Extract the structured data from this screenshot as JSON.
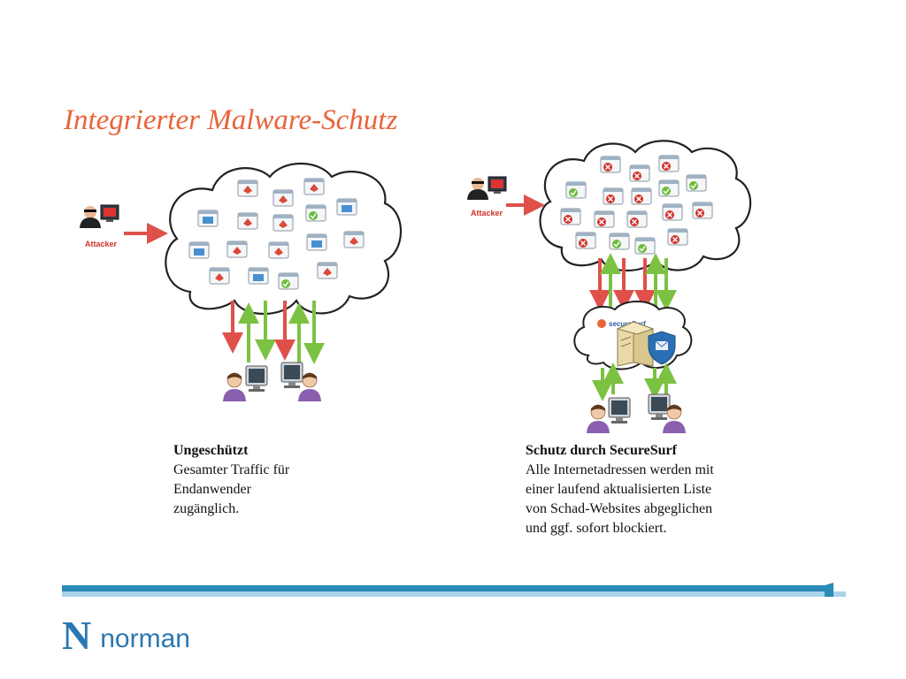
{
  "slide": {
    "title": "Integrierter Malware-Schutz"
  },
  "colors": {
    "title": "#e8643a",
    "attack_arrow": "#e0504a",
    "safe_arrow": "#7cc242",
    "cloud_stroke": "#222222",
    "footer_dark": "#2a8ab8",
    "footer_light": "#a9d4ea",
    "logo": "#2b78b0"
  },
  "diagram": {
    "attacker_label_left": "Attacker",
    "attacker_label_right": "Attacker",
    "securesurf_logo_text": "secureSurf"
  },
  "captions": {
    "left": {
      "heading": "Ungeschützt",
      "line1": "Gesamter Traffic für",
      "line2": "Endanwender",
      "line3": "zugänglich."
    },
    "right": {
      "heading": "Schutz durch SecureSurf",
      "line1": "Alle Internetadressen werden mit",
      "line2": "einer laufend aktualisierten Liste",
      "line3": "von Schad-Websites abgeglichen",
      "line4": "und ggf. sofort blockiert."
    }
  },
  "footer": {
    "logo_letter": "N",
    "logo_word": "norman"
  }
}
